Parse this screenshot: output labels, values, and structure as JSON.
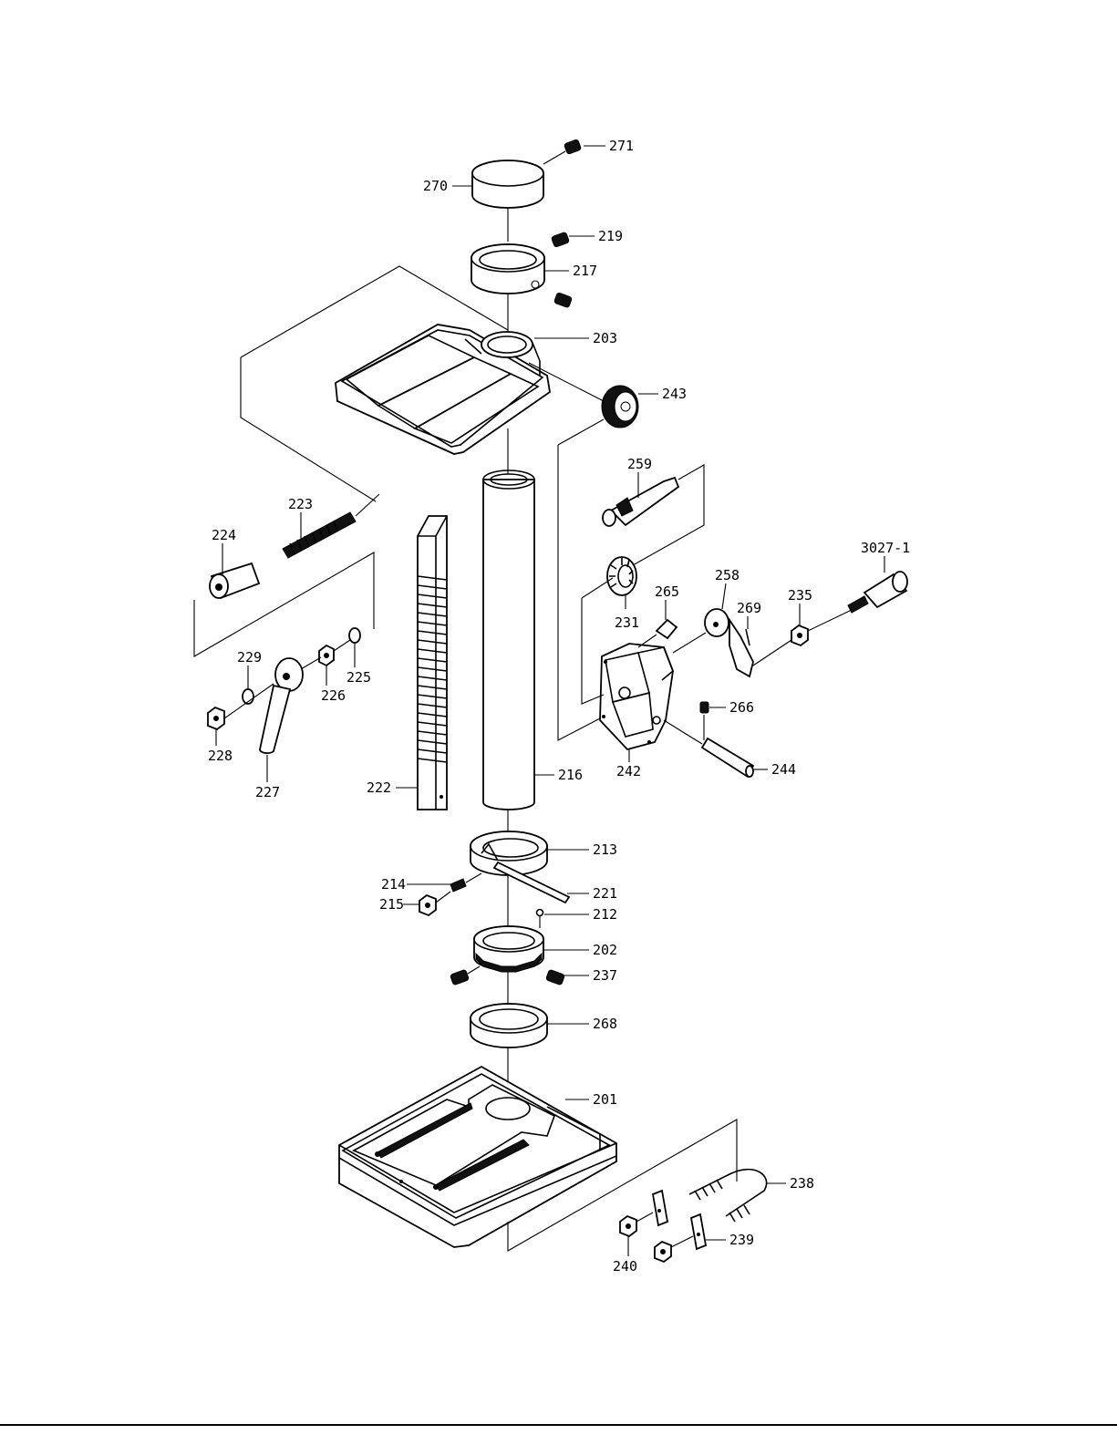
{
  "diagram": {
    "callouts": [
      "271",
      "270",
      "219",
      "217",
      "203",
      "243",
      "259",
      "223",
      "224",
      "3027-1",
      "258",
      "265",
      "269",
      "235",
      "231",
      "229",
      "225",
      "226",
      "228",
      "227",
      "266",
      "222",
      "216",
      "242",
      "244",
      "213",
      "214",
      "221",
      "215",
      "212",
      "202",
      "237",
      "268",
      "201",
      "238",
      "239",
      "240"
    ]
  }
}
